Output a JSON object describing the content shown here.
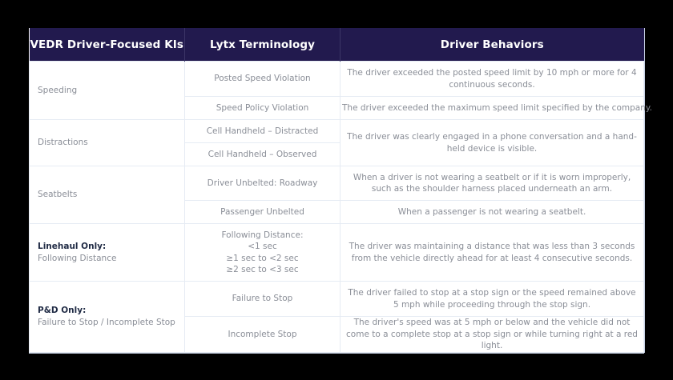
{
  "table": {
    "headers": [
      "VEDR Driver-Focused KIs",
      "Lytx Terminology",
      "Driver Behaviors"
    ],
    "colors": {
      "header_bg": "#221a4e",
      "header_text": "#ffffff",
      "body_text": "#8a8e97",
      "bold_text": "#1f2a44",
      "grid": "#e6ebf3"
    },
    "groups": [
      {
        "kpi": {
          "label": "Speeding"
        },
        "rows": [
          {
            "term": [
              "Posted Speed Violation"
            ],
            "behavior": "The driver exceeded the posted speed limit by 10 mph or more for 4 continuous seconds."
          },
          {
            "term": [
              "Speed Policy Violation"
            ],
            "behavior": "The driver exceeded the maximum speed limit specified by the company."
          }
        ]
      },
      {
        "kpi": {
          "label": "Distractions"
        },
        "rows": [
          {
            "term": [
              "Cell Handheld – Distracted"
            ]
          },
          {
            "term": [
              "Cell Handheld – Observed"
            ]
          }
        ],
        "behavior": "The driver was clearly engaged in a phone conversation and a hand-held device is visible."
      },
      {
        "kpi": {
          "label": "Seatbelts"
        },
        "rows": [
          {
            "term": [
              "Driver Unbelted: Roadway"
            ],
            "behavior": "When a driver is not wearing a seatbelt or if it is worn improperly, such as the shoulder harness placed underneath an arm."
          },
          {
            "term": [
              "Passenger Unbelted"
            ],
            "behavior": "When a passenger is not wearing a seatbelt."
          }
        ]
      },
      {
        "kpi": {
          "strong": "Linehaul Only:",
          "label": "Following Distance"
        },
        "rows": [
          {
            "term": [
              "Following Distance:",
              "<1 sec",
              "≥1 sec to <2 sec",
              "≥2 sec to <3 sec"
            ],
            "behavior": "The driver was maintaining a distance that was less than 3 seconds from the vehicle directly ahead for at least 4 consecutive seconds."
          }
        ]
      },
      {
        "kpi": {
          "strong": "P&D Only:",
          "label": "Failure to Stop / Incomplete Stop"
        },
        "rows": [
          {
            "term": [
              "Failure to Stop"
            ],
            "behavior": "The driver failed to stop at a stop sign or the speed remained above 5 mph while proceeding through the stop sign."
          },
          {
            "term": [
              "Incomplete Stop"
            ],
            "behavior": "The driver's speed was at 5 mph or below and the vehicle did not come to a complete stop at a stop sign or while turning right at a red light."
          }
        ]
      }
    ]
  }
}
